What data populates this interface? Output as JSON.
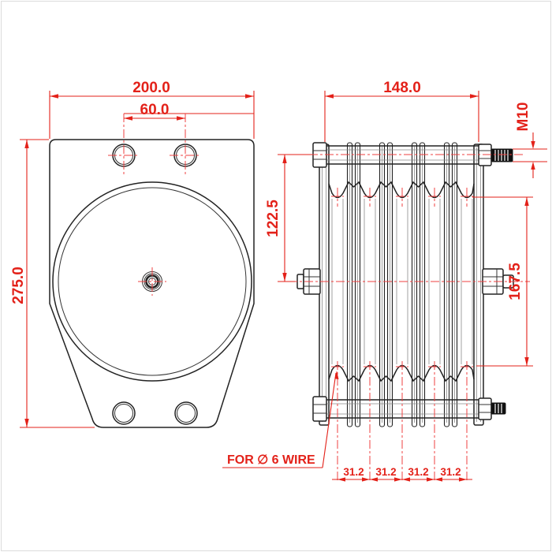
{
  "drawing": {
    "front_view": {
      "overall_width": "200.0",
      "hole_spacing": "60.0",
      "overall_height": "275.0"
    },
    "side_view": {
      "overall_width": "148.0",
      "thread_size": "M10",
      "center_offset": "122.5",
      "groove_span": "167.5",
      "pitch": [
        "31.2",
        "31.2",
        "31.2",
        "31.2"
      ]
    },
    "note": {
      "wire_note": "FOR ∅ 6 WIRE"
    },
    "colors": {
      "dimension_red": "#e32119",
      "centerline_red": "#ef4040",
      "geometry_black": "#222222",
      "background": "#ffffff"
    }
  }
}
